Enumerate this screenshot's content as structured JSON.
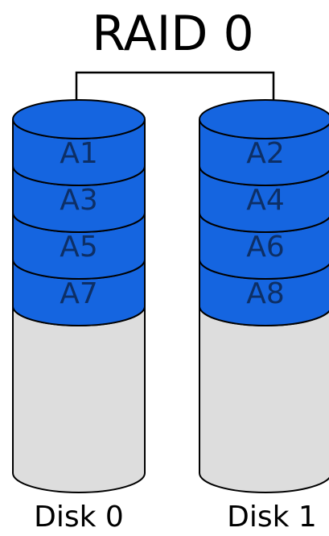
{
  "title": "RAID 0",
  "colors": {
    "block_fill": "#1565e0",
    "block_text": "#0d2f66",
    "empty_fill": "#dddddd",
    "stroke": "#000000",
    "connector": "#000000"
  },
  "disks": [
    {
      "label": "Disk 0",
      "blocks": [
        "A1",
        "A3",
        "A5",
        "A7"
      ]
    },
    {
      "label": "Disk 1",
      "blocks": [
        "A2",
        "A4",
        "A6",
        "A8"
      ]
    }
  ]
}
